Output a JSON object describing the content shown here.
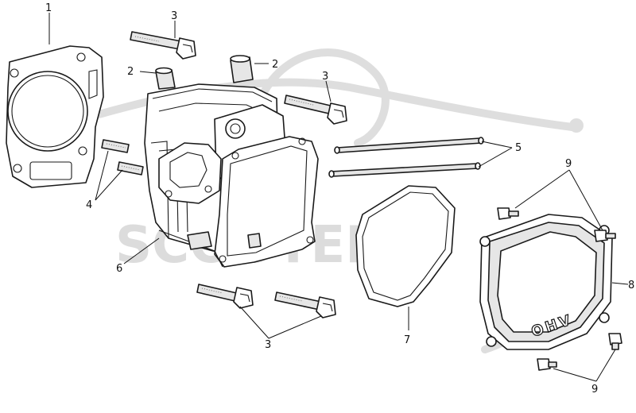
{
  "watermark": {
    "text": "SCOOTER",
    "color": "#dcdcdc"
  },
  "callouts": {
    "c1": "1",
    "c2a": "2",
    "c2b": "2",
    "c3a": "3",
    "c3b": "3",
    "c3c": "3",
    "c4": "4",
    "c5": "5",
    "c6": "6",
    "c7": "7",
    "c8": "8",
    "c9a": "9",
    "c9b": "9"
  },
  "cover_stamp": "OHV",
  "colors": {
    "line": "#1a1a1a",
    "background": "#ffffff"
  }
}
